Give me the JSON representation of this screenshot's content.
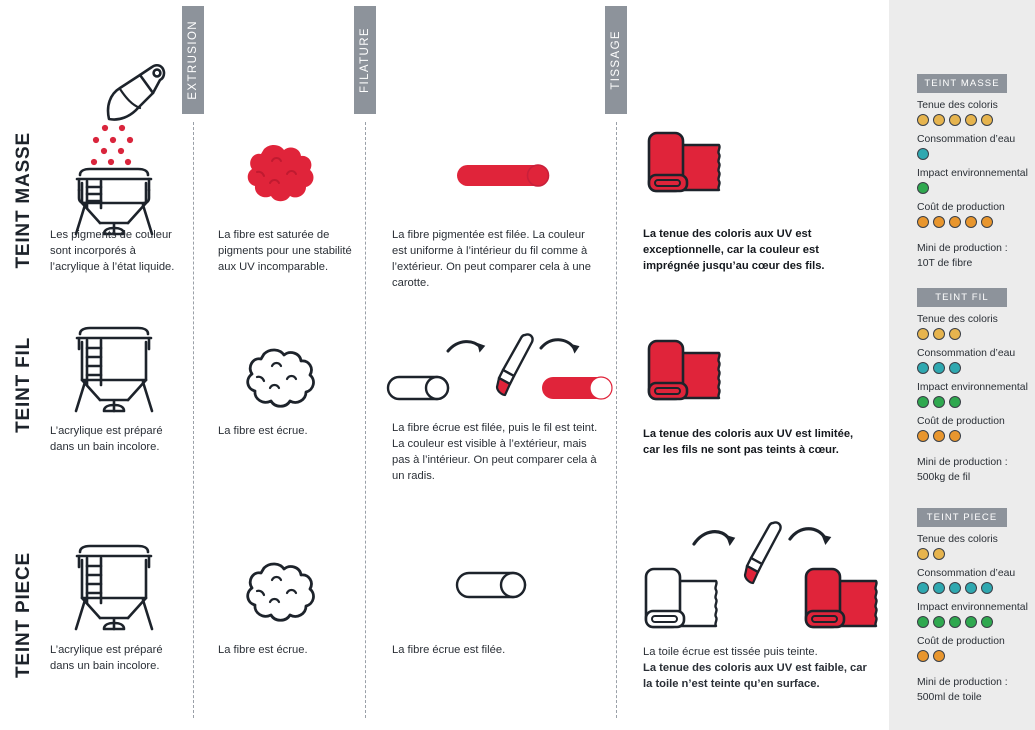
{
  "colors": {
    "red": "#e0243a",
    "gray_tab": "#8d939b",
    "sidebar_bg": "#ececec",
    "ink": "#1d232b",
    "amber": "#e6b44e",
    "teal": "#2fa8b0",
    "green": "#2fa84f",
    "orange": "#e8962e"
  },
  "stages": [
    {
      "id": "extrusion",
      "label": "EXTRUSION"
    },
    {
      "id": "filature",
      "label": "FILATURE"
    },
    {
      "id": "tissage",
      "label": "TISSAGE"
    }
  ],
  "rows": [
    {
      "id": "teint-masse",
      "label": "TEINT MASSE",
      "cells": [
        {
          "id": "masse-liquide",
          "icon": "vat-with-pigment-scoop",
          "caption": "Les pigments de couleur sont incorporés à l’acrylique à l’état liquide.",
          "bold": false
        },
        {
          "id": "masse-extrusion",
          "icon": "fiber-cloud-red",
          "caption": "La fibre est saturée de pigments pour une stabilité aux UV incomparable.",
          "bold": false
        },
        {
          "id": "masse-filature",
          "icon": "yarn-red-solid",
          "caption": "La fibre pigmentée est filée. La couleur est uniforme à l’intérieur du fil comme à l’extérieur. On peut comparer cela à une carotte.",
          "bold": false
        },
        {
          "id": "masse-tissage",
          "icon": "fabric-roll-red",
          "caption": "La tenue des coloris aux UV est exceptionnelle, car la couleur est imprégnée jusqu’au cœur des fils.",
          "bold": true
        }
      ]
    },
    {
      "id": "teint-fil",
      "label": "TEINT FIL",
      "cells": [
        {
          "id": "fil-liquide",
          "icon": "vat-plain",
          "caption": "L’acrylique est préparé dans un bain incolore.",
          "bold": false
        },
        {
          "id": "fil-extrusion",
          "icon": "fiber-cloud-outline",
          "caption": "La fibre est écrue.",
          "bold": false
        },
        {
          "id": "fil-filature",
          "icon": "yarn-white-brush-yarn-red",
          "caption": "La fibre écrue est filée, puis le fil est teint. La couleur est visible à l’extérieur, mais pas à l’intérieur. On peut comparer cela à un radis.",
          "bold": false
        },
        {
          "id": "fil-tissage",
          "icon": "fabric-roll-red",
          "caption": "La tenue des coloris aux UV est limitée, car les fils ne sont pas teints à cœur.",
          "bold": true
        }
      ]
    },
    {
      "id": "teint-piece",
      "label": "TEINT PIECE",
      "cells": [
        {
          "id": "piece-liquide",
          "icon": "vat-plain",
          "caption": "L’acrylique est préparé dans un bain incolore.",
          "bold": false
        },
        {
          "id": "piece-extrusion",
          "icon": "fiber-cloud-outline",
          "caption": "La fibre est écrue.",
          "bold": false
        },
        {
          "id": "piece-filature",
          "icon": "yarn-white-outline",
          "caption": "La fibre écrue est filée.",
          "bold": false
        },
        {
          "id": "piece-tissage",
          "icon": "fabric-roll-white-brush-roll-red",
          "caption_regular": "La toile écrue est tissée puis teinte.",
          "caption_bold": "La tenue des coloris aux UV est faible, car la toile n’est teinte qu’en surface.",
          "bold": false
        }
      ]
    }
  ],
  "sidebar": {
    "metric_labels": {
      "tenue": "Tenue des coloris",
      "eau": "Consommation d’eau",
      "impact": "Impact environnemental",
      "cout": "Coût de production",
      "mini": "Mini de production :"
    },
    "panels": [
      {
        "id": "teint-masse",
        "title": "TEINT MASSE",
        "tenue": 5,
        "eau": 1,
        "impact": 1,
        "cout": 5,
        "mini_value": "10T de fibre"
      },
      {
        "id": "teint-fil",
        "title": "TEINT FIL",
        "tenue": 3,
        "eau": 3,
        "impact": 3,
        "cout": 3,
        "mini_value": "500kg de fil"
      },
      {
        "id": "teint-piece",
        "title": "TEINT PIECE",
        "tenue": 2,
        "eau": 5,
        "impact": 5,
        "cout": 2,
        "mini_value": "500ml de toile"
      }
    ]
  }
}
